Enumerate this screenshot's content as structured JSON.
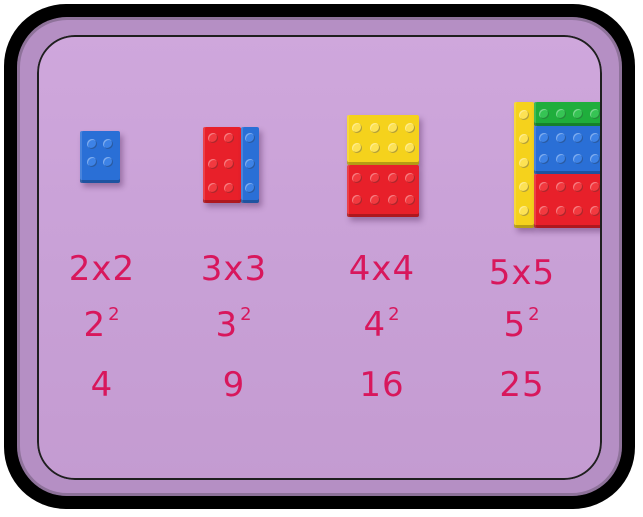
{
  "colors": {
    "frame": "#000000",
    "background": "#c8a0d6",
    "marker": "#d8175c",
    "brick_blue": "#2a6fd6",
    "brick_red": "#e8202a",
    "brick_yellow": "#f5d21c",
    "brick_green": "#1fae3c"
  },
  "columns": [
    {
      "product": "2x2",
      "power_base": "2",
      "power_exp": "2",
      "result": "4"
    },
    {
      "product": "3x3",
      "power_base": "3",
      "power_exp": "2",
      "result": "9"
    },
    {
      "product": "4x4",
      "power_base": "4",
      "power_exp": "2",
      "result": "16"
    },
    {
      "product": "5x5",
      "power_base": "5",
      "power_exp": "2",
      "result": "25"
    }
  ]
}
